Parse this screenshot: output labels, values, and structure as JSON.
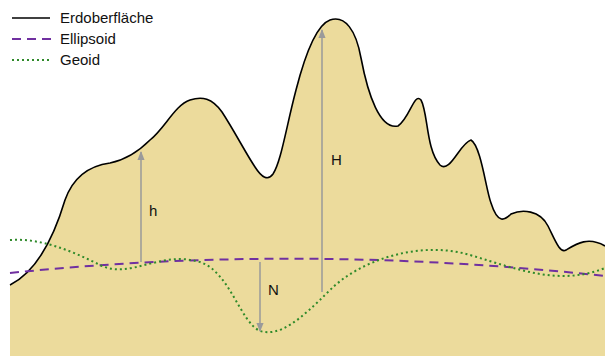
{
  "diagram": {
    "labels": [
      "h",
      "H",
      "N"
    ],
    "legend": [
      {
        "text": "Erdoberfläche"
      },
      {
        "text": "Ellipsoid"
      },
      {
        "text": "Geoid"
      }
    ]
  }
}
